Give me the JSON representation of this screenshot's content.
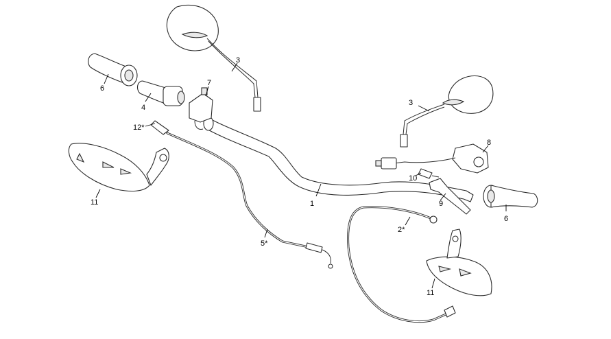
{
  "callouts": {
    "c1": "1",
    "c2": "2*",
    "c3a": "3",
    "c3b": "3",
    "c4": "4",
    "c5": "5*",
    "c6a": "6",
    "c6b": "6",
    "c7": "7",
    "c8": "8",
    "c9": "9",
    "c10": "10",
    "c11a": "11",
    "c11b": "11",
    "c12": "12*"
  }
}
